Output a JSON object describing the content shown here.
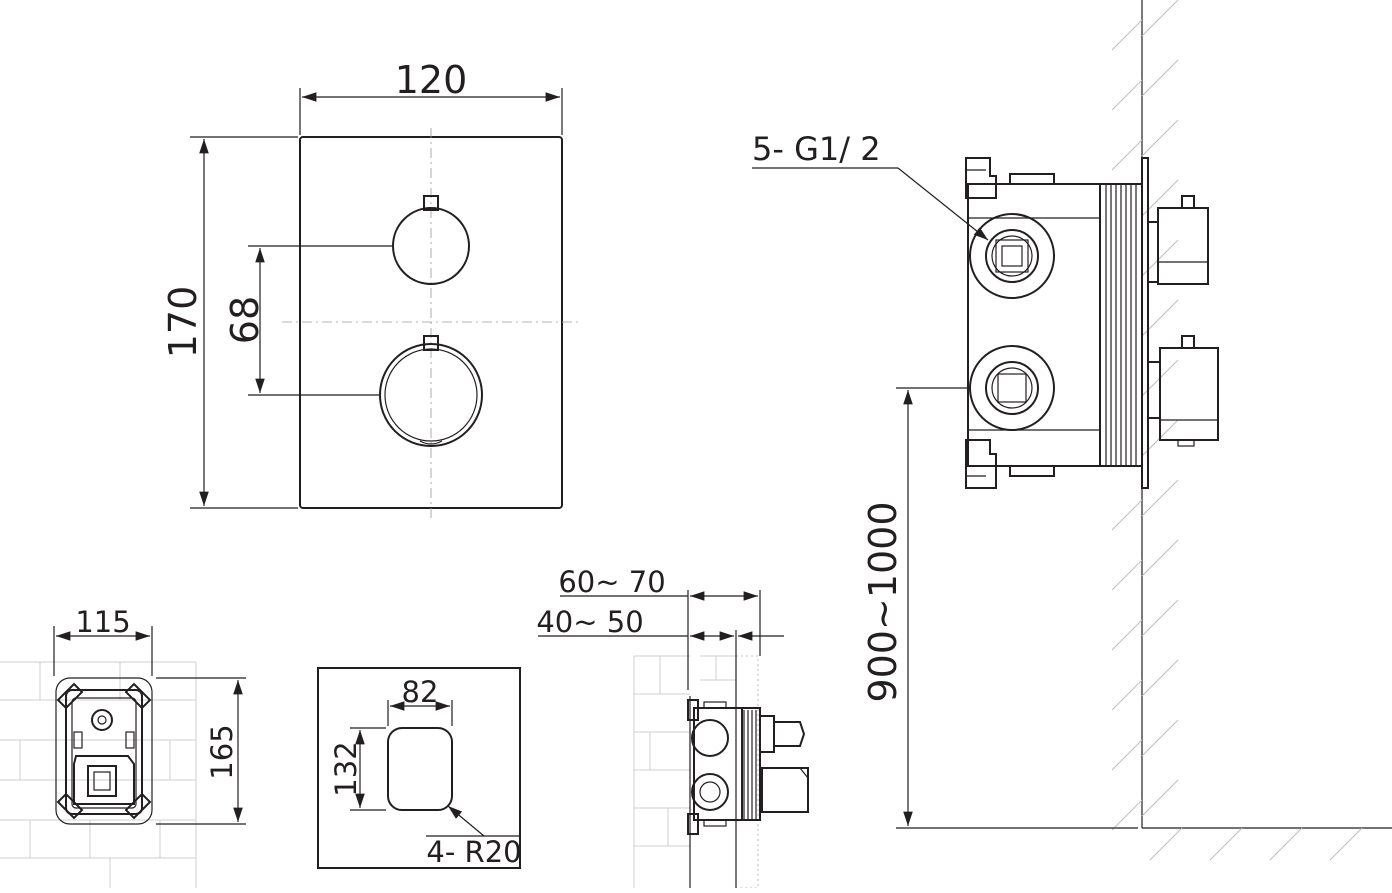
{
  "front_view": {
    "width": "120",
    "height": "170",
    "knob_spacing": "68"
  },
  "side_view": {
    "connections": "5- G1/ 2",
    "mount_height": "900~1000"
  },
  "box_view": {
    "width": "115",
    "height": "165"
  },
  "cutout_view": {
    "width": "82",
    "height": "132",
    "radius": "4- R20"
  },
  "wall_view": {
    "depth_outer": "60~ 70",
    "depth_inner": "40~ 50"
  },
  "colors": {
    "line": "#231f20",
    "hatch": "#bdbdbd"
  }
}
